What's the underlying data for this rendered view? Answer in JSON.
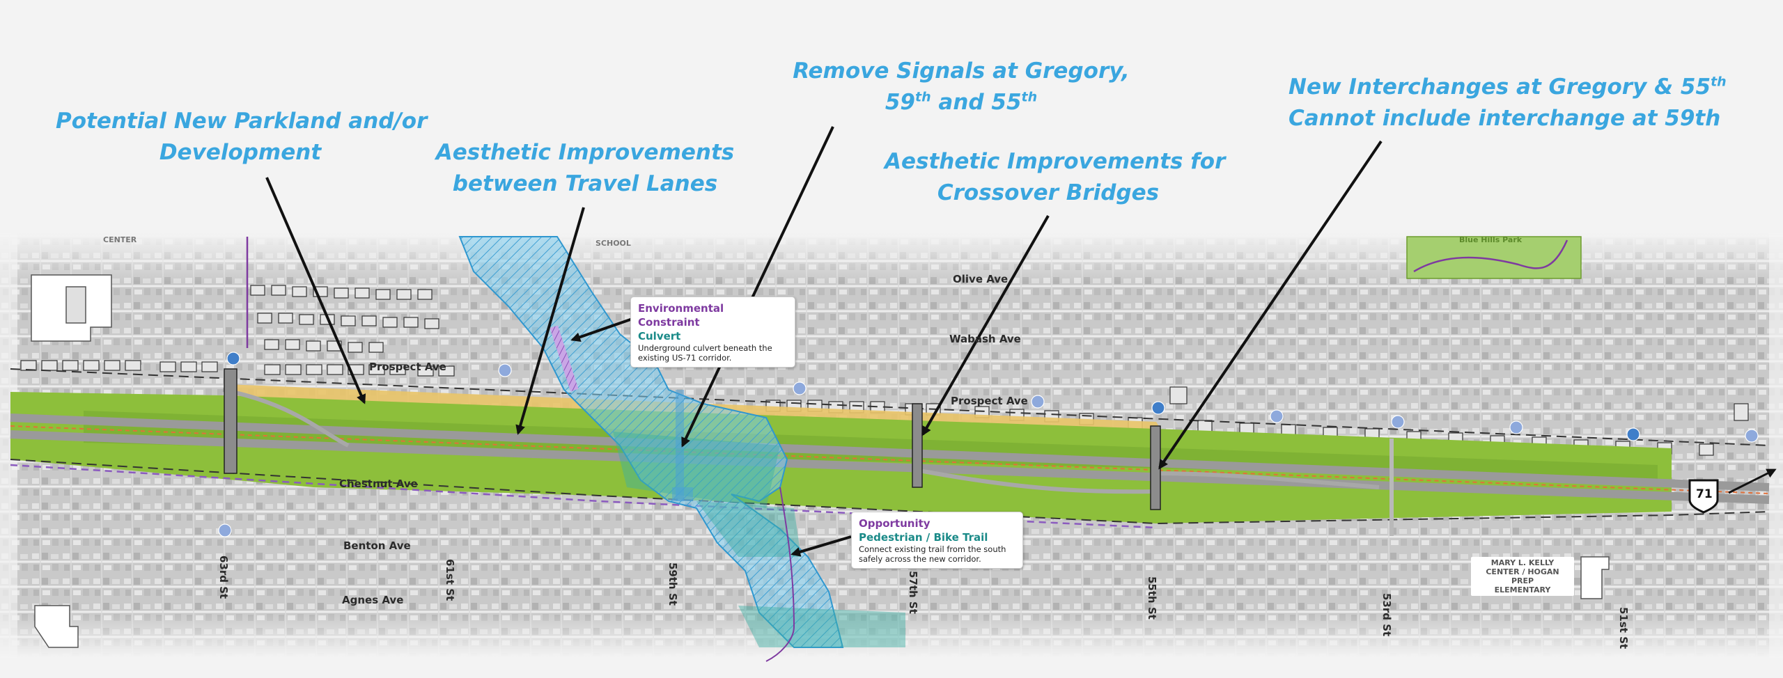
{
  "callouts": {
    "parkland": {
      "line1": "Potential New Parkland and/or",
      "line2": "Development"
    },
    "aesthetic_lanes": {
      "line1": "Aesthetic Improvements",
      "line2": "between Travel Lanes"
    },
    "signals": {
      "line1": "Remove Signals at Gregory,",
      "l2_a": "59",
      "l2_sup_a": "th",
      "l2_b": " and 55",
      "l2_sup_b": "th"
    },
    "bridges": {
      "line1": "Aesthetic Improvements for",
      "line2": "Crossover Bridges"
    },
    "interchanges": {
      "l1_a": "New Interchanges at Gregory & 55",
      "l1_sup": "th",
      "line2": "Cannot include interchange at 59th"
    }
  },
  "info_boxes": {
    "culvert": {
      "title": "Environmental Constraint",
      "subtitle": "Culvert",
      "body": "Underground culvert beneath the\nexisting US-71 corridor."
    },
    "trail": {
      "title": "Opportunity",
      "subtitle": "Pedestrian / Bike Trail",
      "body": "Connect existing trail from the south\nsafely across the new corridor."
    }
  },
  "streets": {
    "olive": "Olive Ave",
    "wabash": "Wabash Ave",
    "prospect_west": "Prospect Ave",
    "prospect_east": "Prospect Ave",
    "chestnut": "Chestnut Ave",
    "benton": "Benton Ave",
    "agnes": "Agnes Ave",
    "s63": "63rd St",
    "s61": "61st St",
    "s59": "59th St",
    "s57": "57th St",
    "s55": "55th St",
    "s53": "53rd St",
    "s51": "51st St"
  },
  "buildings": {
    "school": "MARY L. KELLY\nCENTER / HOGAN PREP\nELEMENTARY"
  },
  "faint_labels": {
    "center": "CENTER",
    "school": "SCHOOL",
    "park": "Blue Hills Park"
  },
  "shield": {
    "route": "71"
  },
  "colors": {
    "callout_text": "#3aa6df",
    "green_space": "#8dbf3b",
    "yellow_space": "#e9c468",
    "water": "#66c4ec",
    "arrow": "#111111"
  }
}
